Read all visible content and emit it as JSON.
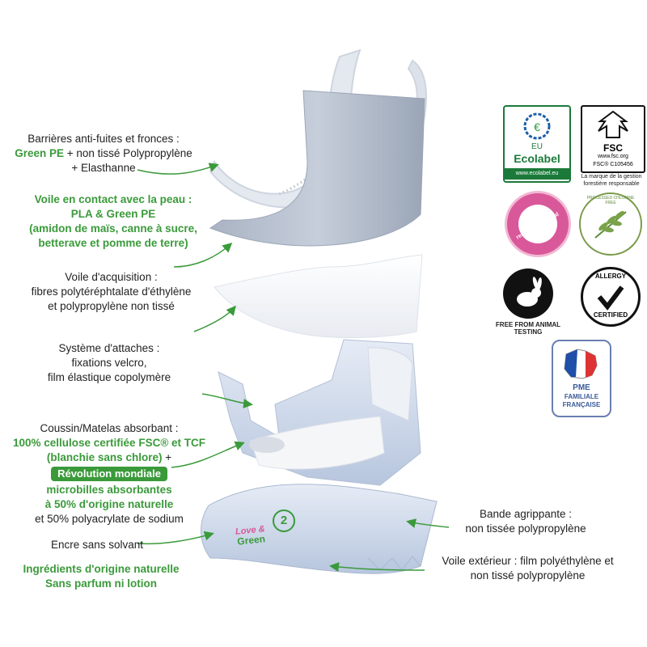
{
  "labels": {
    "barrieres": {
      "title": "Barrières anti-fuites et fronces :",
      "green": "Green PE",
      "rest": " + non tissé Polypropylène",
      "line3": "+ Elasthanne"
    },
    "voile_contact": {
      "title": "Voile en contact avec la peau :",
      "line2": "PLA & Green PE",
      "line3": "(amidon de maïs, canne à sucre,",
      "line4": "betterave et pomme de terre)"
    },
    "voile_acquisition": {
      "line1": "Voile d'acquisition :",
      "line2": "fibres polytéréphtalate d'éthylène",
      "line3": "et polypropylène non tissé"
    },
    "attaches": {
      "line1": "Système d'attaches :",
      "line2": "fixations velcro,",
      "line3": "film élastique copolymère"
    },
    "coussin": {
      "line1": "Coussin/Matelas absorbant :",
      "line2": "100% cellulose certifiée FSC® et TCF",
      "line3": "(blanchie sans chlore)",
      "plus": " +",
      "badge": "Révolution mondiale",
      "line4": "microbilles absorbantes",
      "line5": "à 50% d'origine naturelle",
      "line6": "et 50% polyacrylate de sodium"
    },
    "encre": {
      "line1": "Encre sans solvant"
    },
    "ingredients": {
      "line1": "Ingrédients d'origine naturelle",
      "line2": "Sans parfum ni lotion"
    },
    "bande": {
      "line1": "Bande agrippante :",
      "line2": "non tissée polypropylène"
    },
    "voile_ext": {
      "line1": "Voile extérieur : film polyéthylène et",
      "line2": "non tissé polypropylène"
    }
  },
  "certifications": {
    "ecolabel": {
      "eu": "EU",
      "name": "Ecolabel",
      "url": "www.ecolabel.eu"
    },
    "fsc": {
      "name": "FSC",
      "url": "www.fsc.org",
      "code": "FSC® C105456",
      "caption": "La marque de la gestion forestière responsable"
    },
    "magical": {
      "text": "Protection renforcée Magical Tubes"
    },
    "chlorine": {
      "text": "PROCESSED CHLORINE FREE"
    },
    "animal": {
      "caption": "FREE FROM ANIMAL TESTING"
    },
    "allergy": {
      "top": "ALLERGY",
      "bottom": "CERTIFIED"
    },
    "pme": {
      "line1": "PME",
      "line2": "FAMILIALE",
      "line3": "FRANÇAISE"
    }
  },
  "diaper": {
    "brand_line1": "Love",
    "brand_amp": "&",
    "brand_line2": "Green",
    "size_number": "2"
  },
  "colors": {
    "green": "#3a9a3a",
    "dark_green": "#2f7a2f",
    "diaper_blue": "#c9d6ea",
    "pink": "#d9589a"
  }
}
